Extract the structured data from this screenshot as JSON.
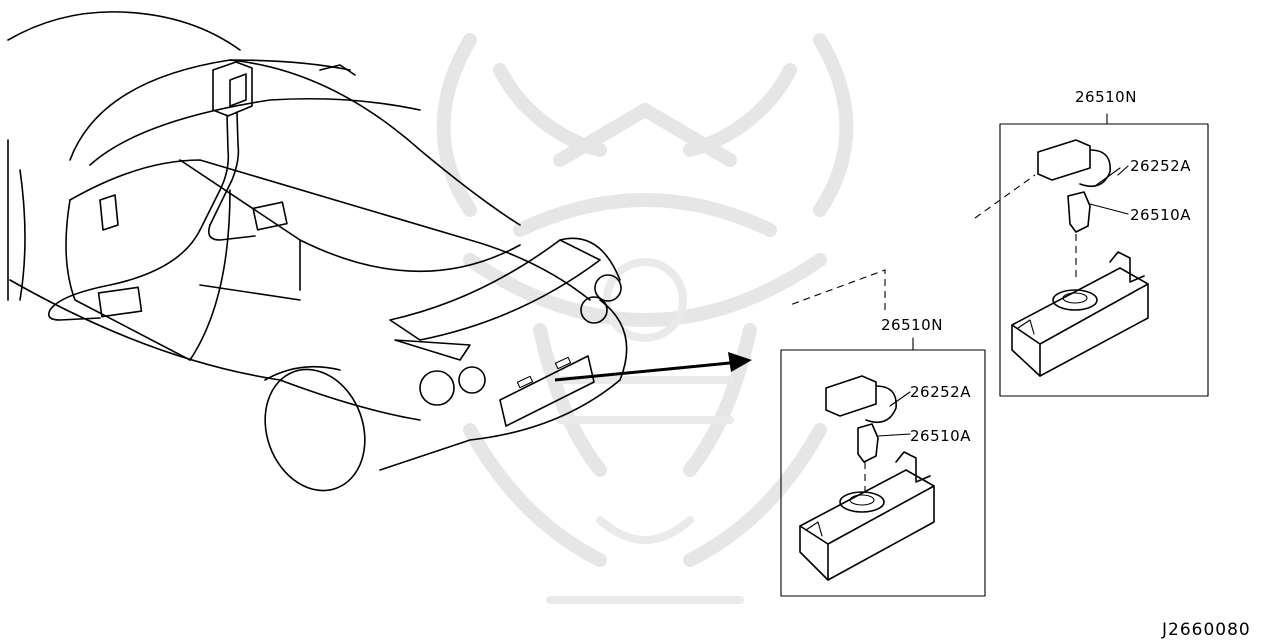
{
  "diagram": {
    "assembly_top": {
      "label": "26510N",
      "socket": "26252A",
      "bulb": "26510A"
    },
    "assembly_bottom": {
      "label": "26510N",
      "socket": "26252A",
      "bulb": "26510A"
    },
    "figure_code": "J2660080"
  },
  "watermark": {
    "name": "samurai-helmet-logo"
  }
}
